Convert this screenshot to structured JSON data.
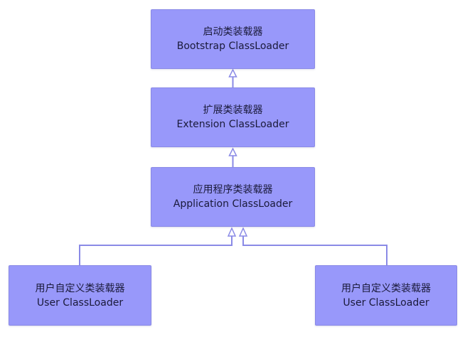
{
  "diagram": {
    "colors": {
      "box_fill": "#9898fa",
      "box_border": "#8a8ae6",
      "edge": "#8a8ae6",
      "text": "#1a1a3a"
    },
    "nodes": {
      "bootstrap": {
        "label_cn": "启动类装载器",
        "label_en": "Bootstrap ClassLoader"
      },
      "extension": {
        "label_cn": "扩展类装载器",
        "label_en": "Extension ClassLoader"
      },
      "application": {
        "label_cn": "应用程序类装载器",
        "label_en": "Application ClassLoader"
      },
      "user_left": {
        "label_cn": "用户自定义类装载器",
        "label_en": "User ClassLoader"
      },
      "user_right": {
        "label_cn": "用户自定义类装载器",
        "label_en": "User ClassLoader"
      }
    },
    "edges": [
      {
        "from": "extension",
        "to": "bootstrap"
      },
      {
        "from": "application",
        "to": "extension"
      },
      {
        "from": "user_left",
        "to": "application"
      },
      {
        "from": "user_right",
        "to": "application"
      }
    ]
  }
}
